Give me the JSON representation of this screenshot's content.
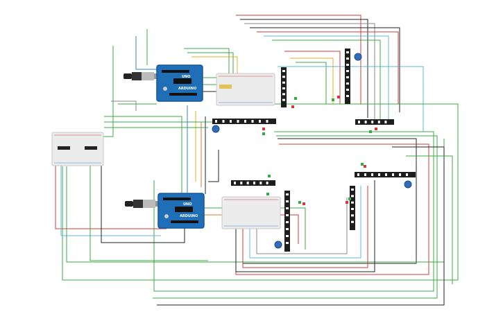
{
  "app": {
    "title": "Circuit workspace"
  },
  "colors": {
    "background": "#ffffff",
    "arduino_board": "#1f6fb8",
    "arduino_dark": "#17579a",
    "breadboard": "#ececec",
    "led_strip": "#1e1e1e",
    "pixel": "#ffffff",
    "pushbutton": "#2f6db8",
    "wire_red": "#d03a3a",
    "wire_green": "#3aa845",
    "wire_black": "#222222",
    "wire_blue": "#3a7fd0",
    "wire_yellow": "#e0b020",
    "wire_orange": "#e07a20",
    "wire_gray": "#8a8a8a",
    "wire_lightblue": "#5fb8d8"
  },
  "components": {
    "arduino_top": {
      "label": "UNO",
      "brand": "ARDUINO",
      "icon": "arduino-uno-board"
    },
    "arduino_bottom": {
      "label": "UNO",
      "brand": "ARDUINO",
      "icon": "arduino-uno-board"
    },
    "breadboard_left": {
      "icon": "breadboard-small"
    },
    "breadboard_top": {
      "icon": "breadboard-half"
    },
    "breadboard_bottom": {
      "icon": "breadboard-half"
    },
    "led_strips": {
      "count": 8,
      "icon": "neopixel-strip"
    },
    "pushbuttons": {
      "count": 4,
      "icon": "pushbutton"
    },
    "usb_cables": {
      "count": 2,
      "icon": "usb-cable"
    }
  }
}
